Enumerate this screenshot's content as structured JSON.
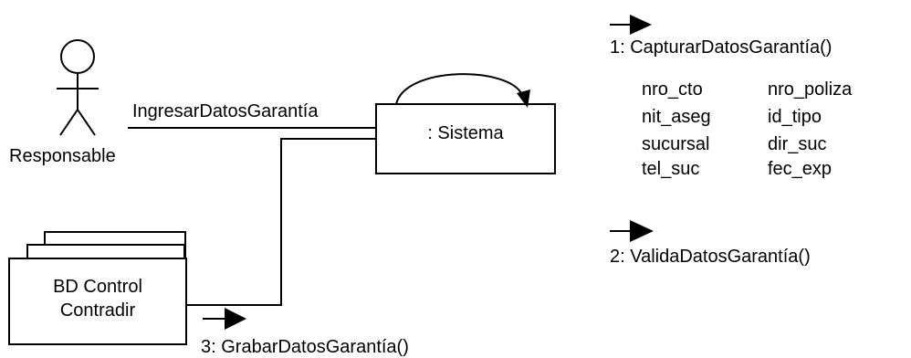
{
  "actor": {
    "name": "Responsable"
  },
  "system": {
    "label": ": Sistema"
  },
  "database": {
    "line1": "BD Control",
    "line2": "Contradir"
  },
  "flow_label": "IngresarDatosGarantía",
  "messages": [
    {
      "text": "1: CapturarDatosGarantía()"
    },
    {
      "text": "2: ValidaDatosGarantía()"
    },
    {
      "text": "3: GrabarDatosGarantía()"
    }
  ],
  "fields": {
    "left": [
      "nro_cto",
      "nit_aseg",
      "sucursal",
      "tel_suc"
    ],
    "right": [
      "nro_poliza",
      "id_tipo",
      "dir_suc",
      "fec_exp"
    ]
  }
}
